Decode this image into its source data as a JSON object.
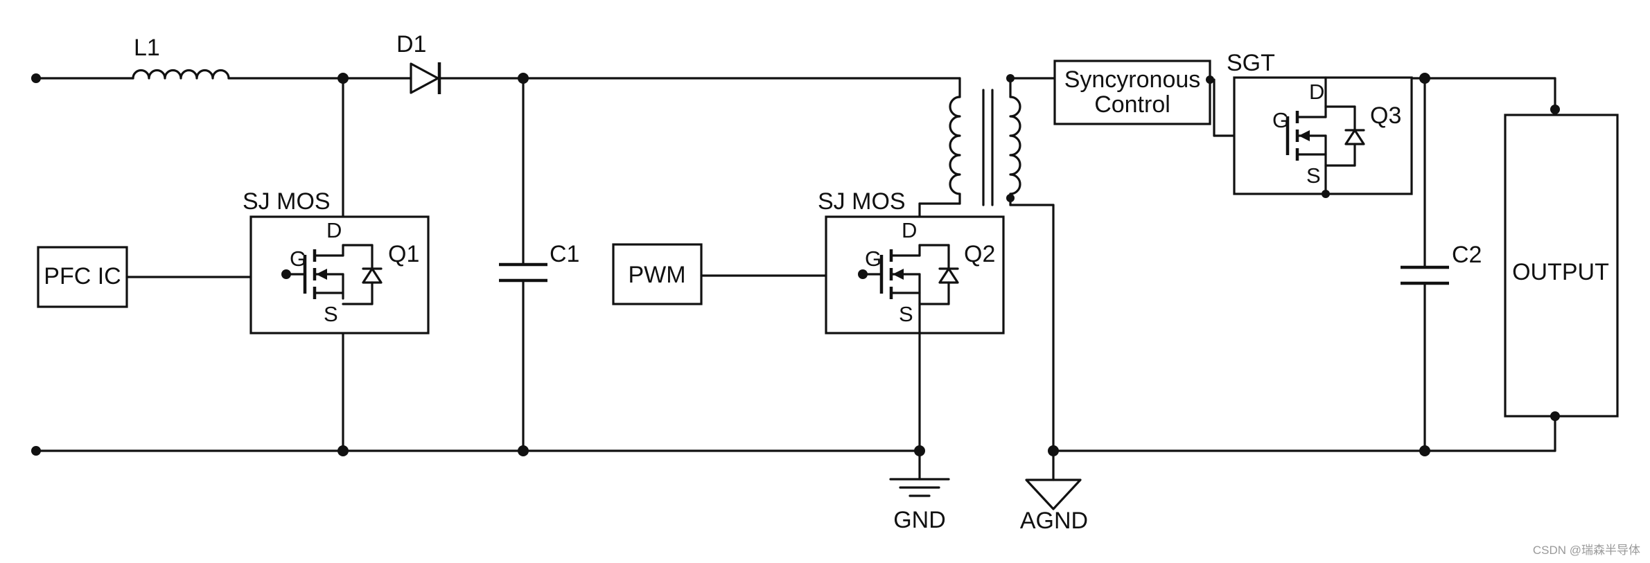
{
  "labels": {
    "l1": "L1",
    "d1": "D1",
    "c1": "C1",
    "c2": "C2",
    "pfc_ic": "PFC IC",
    "pwm": "PWM",
    "sj_mos_1": "SJ MOS",
    "sj_mos_2": "SJ MOS",
    "sgt": "SGT",
    "q1": "Q1",
    "q2": "Q2",
    "q3": "Q3",
    "gate": "G",
    "drain": "D",
    "source": "S",
    "sync_line1": "Syncyronous",
    "sync_line2": "Control",
    "output": "OUTPUT",
    "gnd": "GND",
    "agnd": "AGND"
  },
  "watermark": "CSDN @瑞森半导体",
  "colors": {
    "line": "#111111",
    "background": "#ffffff",
    "watermark": "#9a9a9a"
  }
}
